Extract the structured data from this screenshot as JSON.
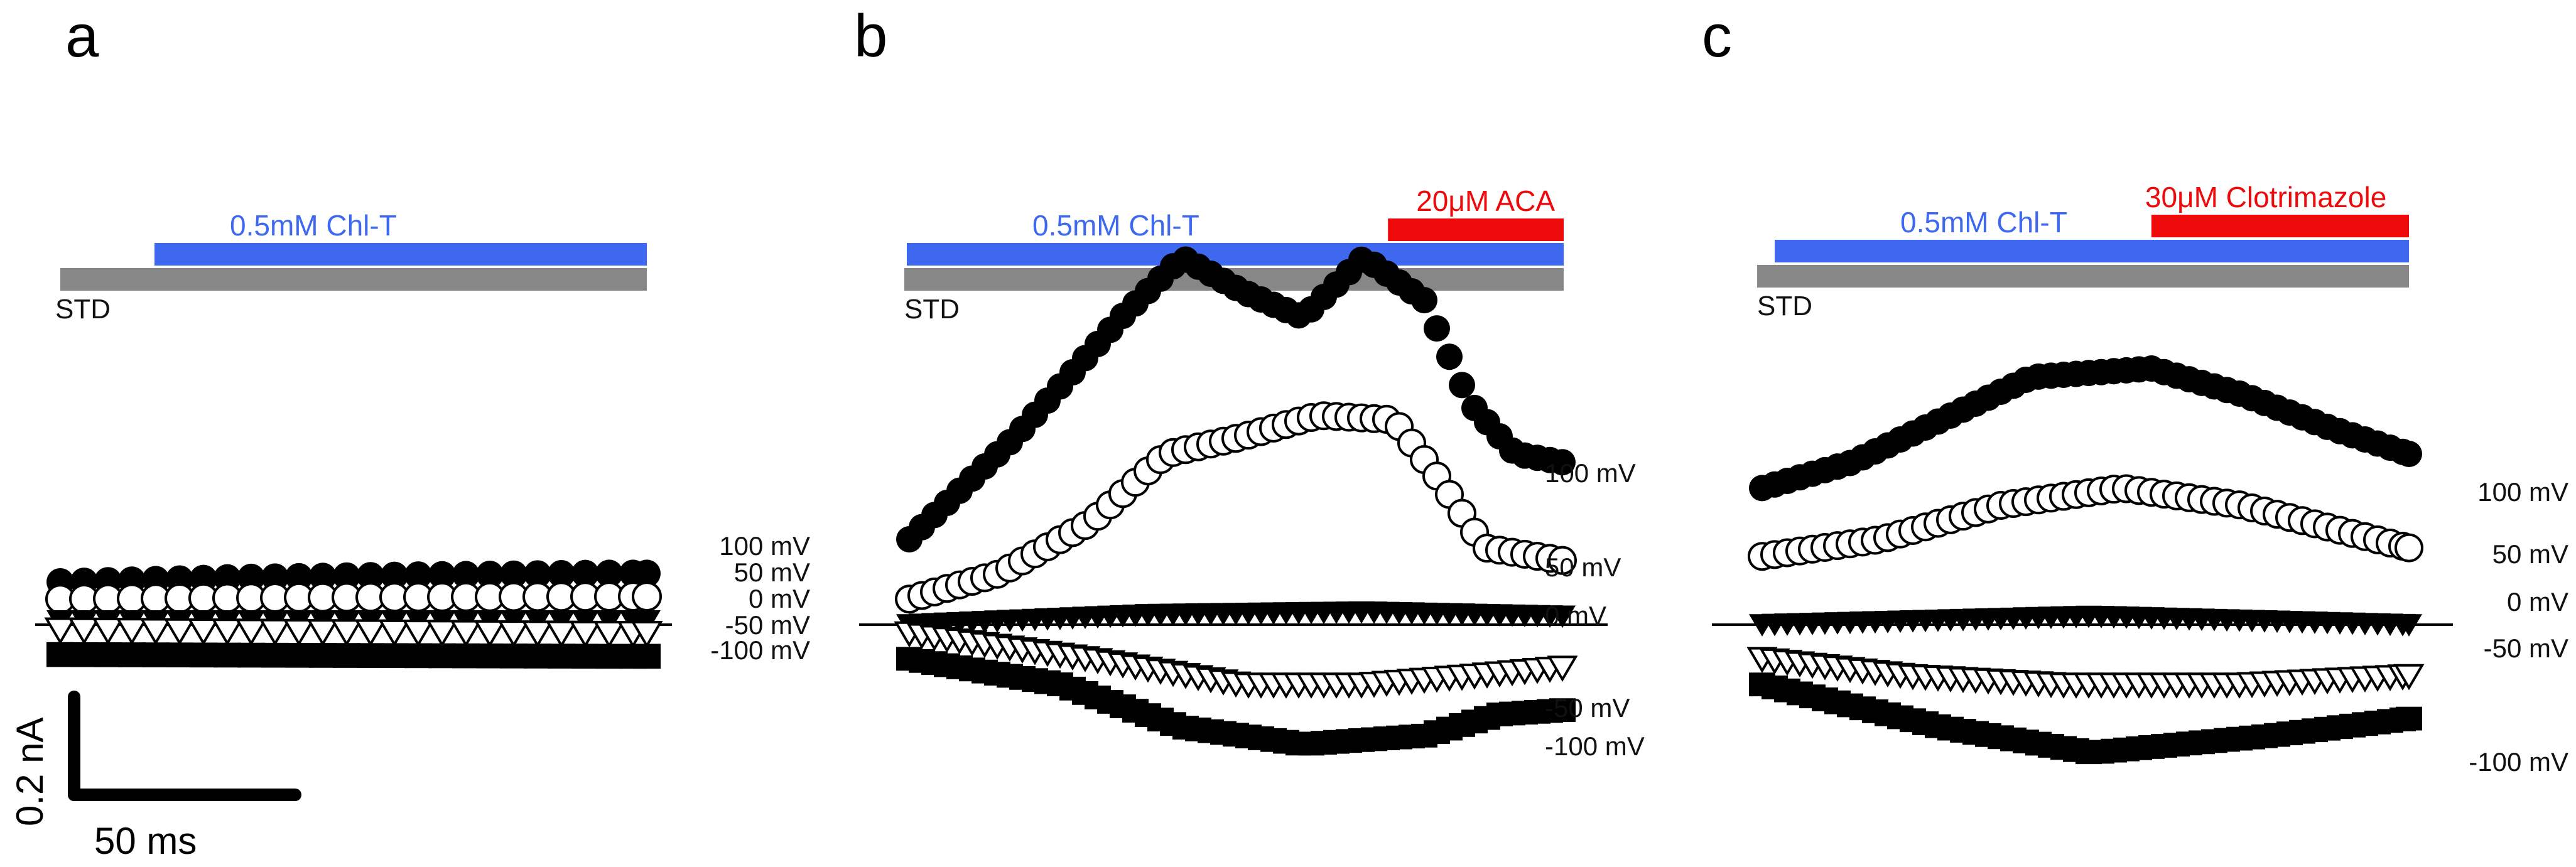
{
  "colors": {
    "chl_t": "#3d68ef",
    "blocker": "#ee0a0a",
    "std": "#878787",
    "trace": "#000000"
  },
  "scale_bar": {
    "current": "0.2 nA",
    "time": "50 ms"
  },
  "chart_data": [
    {
      "type": "scatter",
      "panel": "a",
      "bars": {
        "std": "STD",
        "chl_t": "0.5mM Chl-T"
      },
      "voltage_labels": [
        "100 mV",
        "50 mV",
        "0 mV",
        "-50 mV",
        "-100 mV"
      ],
      "x_unit": "ms",
      "y_unit": "nA",
      "series": [
        {
          "voltage": "100 mV",
          "marker": "filled-circle",
          "points": [
            [
              0,
              0.05
            ],
            [
              66,
              0.055
            ],
            [
              132,
              0.058
            ],
            [
              200,
              0.06
            ]
          ]
        },
        {
          "voltage": "50 mV",
          "marker": "open-circle",
          "points": [
            [
              0,
              0.03
            ],
            [
              100,
              0.032
            ],
            [
              200,
              0.033
            ]
          ]
        },
        {
          "voltage": "0 mV",
          "marker": "filled-triangle",
          "points": [
            [
              0,
              0.004
            ],
            [
              200,
              0.004
            ]
          ]
        },
        {
          "voltage": "-50 mV",
          "marker": "open-triangle",
          "points": [
            [
              0,
              -0.006
            ],
            [
              200,
              -0.01
            ]
          ]
        },
        {
          "voltage": "-100 mV",
          "marker": "filled-square",
          "points": [
            [
              0,
              -0.035
            ],
            [
              200,
              -0.037
            ]
          ]
        }
      ]
    },
    {
      "type": "scatter",
      "panel": "b",
      "bars": {
        "std": "STD",
        "chl_t": "0.5mM Chl-T",
        "blocker": "20μM ACA"
      },
      "blocker_name": "20μM ACA",
      "blocker_start_ms": 158,
      "voltage_labels": [
        "100 mV",
        "50 mV",
        "0 mV",
        "-50 mV",
        "-100 mV"
      ],
      "x_unit": "ms",
      "y_unit": "nA",
      "series": [
        {
          "voltage": "100 mV",
          "marker": "filled-circle",
          "points": [
            [
              0,
              0.1
            ],
            [
              35,
              0.22
            ],
            [
              70,
              0.36
            ],
            [
              90,
              0.43
            ],
            [
              110,
              0.39
            ],
            [
              130,
              0.36
            ],
            [
              150,
              0.43
            ],
            [
              170,
              0.38
            ],
            [
              185,
              0.26
            ],
            [
              200,
              0.2
            ],
            [
              216,
              0.19
            ]
          ]
        },
        {
          "voltage": "50 mV",
          "marker": "open-circle",
          "points": [
            [
              0,
              0.03
            ],
            [
              30,
              0.06
            ],
            [
              60,
              0.12
            ],
            [
              85,
              0.2
            ],
            [
              110,
              0.22
            ],
            [
              135,
              0.245
            ],
            [
              160,
              0.24
            ],
            [
              175,
              0.17
            ],
            [
              190,
              0.09
            ],
            [
              216,
              0.075
            ]
          ]
        },
        {
          "voltage": "0 mV",
          "marker": "filled-triangle",
          "points": [
            [
              0,
              0.0
            ],
            [
              80,
              0.012
            ],
            [
              150,
              0.015
            ],
            [
              216,
              0.01
            ]
          ]
        },
        {
          "voltage": "-50 mV",
          "marker": "open-triangle",
          "points": [
            [
              0,
              -0.01
            ],
            [
              60,
              -0.04
            ],
            [
              110,
              -0.07
            ],
            [
              150,
              -0.07
            ],
            [
              185,
              -0.06
            ],
            [
              216,
              -0.05
            ]
          ]
        },
        {
          "voltage": "-100 mV",
          "marker": "filled-square",
          "points": [
            [
              0,
              -0.04
            ],
            [
              50,
              -0.07
            ],
            [
              90,
              -0.12
            ],
            [
              130,
              -0.14
            ],
            [
              170,
              -0.13
            ],
            [
              195,
              -0.105
            ],
            [
              216,
              -0.1
            ]
          ]
        }
      ]
    },
    {
      "type": "scatter",
      "panel": "c",
      "bars": {
        "std": "STD",
        "chl_t": "0.5mM Chl-T",
        "blocker": "30μM Clotrimazole"
      },
      "blocker_name": "30μM Clotrimazole",
      "blocker_start_ms": 130,
      "voltage_labels": [
        "100 mV",
        "50 mV",
        "0 mV",
        "-50 mV",
        "-100 mV"
      ],
      "x_unit": "ms",
      "y_unit": "nA",
      "series": [
        {
          "voltage": "100 mV",
          "marker": "filled-circle",
          "points": [
            [
              0,
              0.16
            ],
            [
              30,
              0.19
            ],
            [
              60,
              0.24
            ],
            [
              90,
              0.29
            ],
            [
              130,
              0.3
            ],
            [
              160,
              0.27
            ],
            [
              190,
              0.23
            ],
            [
              216,
              0.2
            ]
          ]
        },
        {
          "voltage": "50 mV",
          "marker": "open-circle",
          "points": [
            [
              0,
              0.08
            ],
            [
              40,
              0.1
            ],
            [
              80,
              0.14
            ],
            [
              120,
              0.16
            ],
            [
              160,
              0.14
            ],
            [
              216,
              0.09
            ]
          ]
        },
        {
          "voltage": "0 mV",
          "marker": "filled-triangle",
          "points": [
            [
              0,
              0.0
            ],
            [
              110,
              0.01
            ],
            [
              216,
              0.0
            ]
          ]
        },
        {
          "voltage": "-50 mV",
          "marker": "open-triangle",
          "points": [
            [
              0,
              -0.04
            ],
            [
              50,
              -0.06
            ],
            [
              100,
              -0.07
            ],
            [
              160,
              -0.07
            ],
            [
              216,
              -0.06
            ]
          ]
        },
        {
          "voltage": "-100 mV",
          "marker": "filled-square",
          "points": [
            [
              0,
              -0.07
            ],
            [
              60,
              -0.12
            ],
            [
              110,
              -0.15
            ],
            [
              170,
              -0.13
            ],
            [
              216,
              -0.11
            ]
          ]
        }
      ]
    }
  ]
}
